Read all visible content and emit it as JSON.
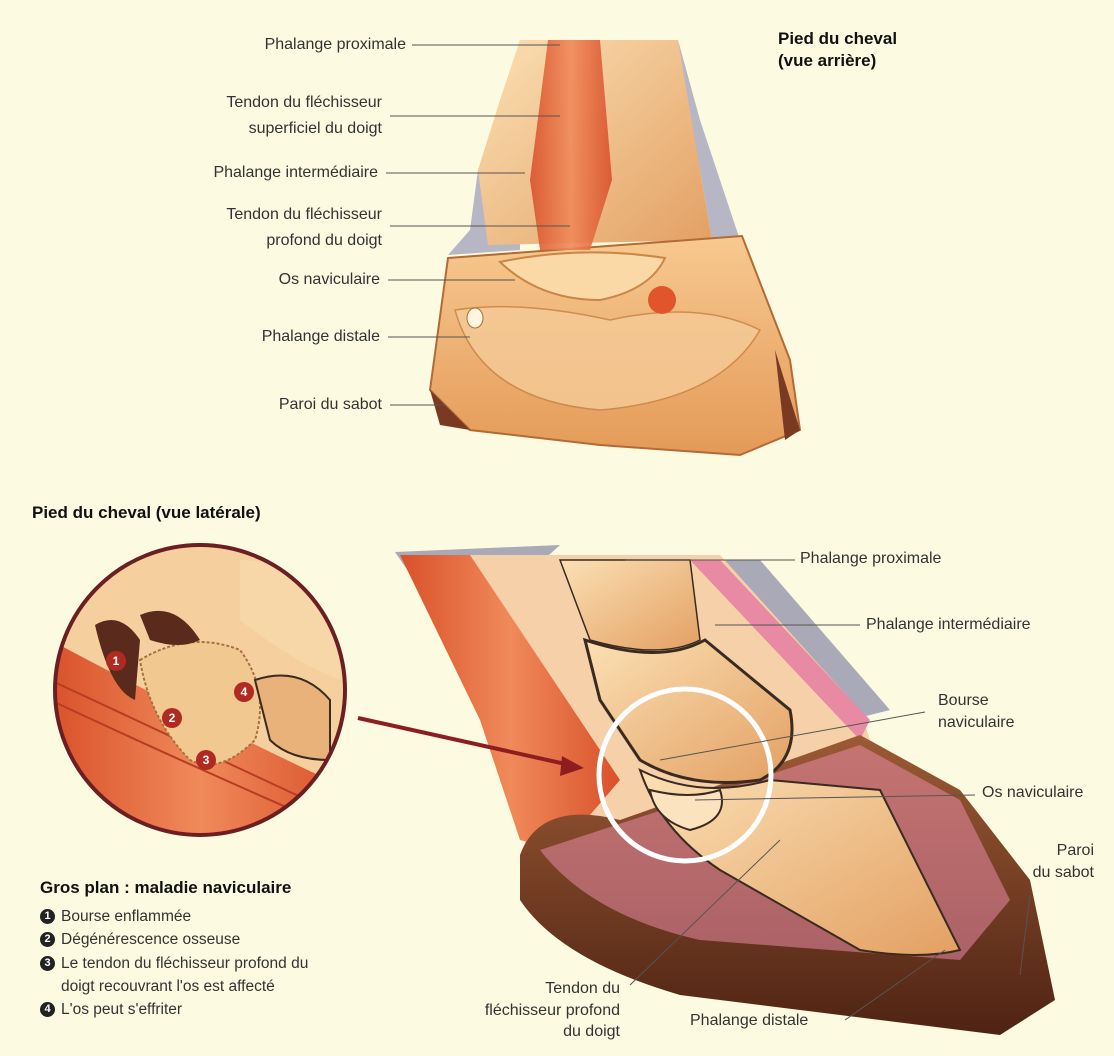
{
  "rear_view": {
    "title_line1": "Pied du cheval",
    "title_line2": "(vue arrière)",
    "labels": [
      "Phalange proximale",
      "Tendon du fléchisseur",
      "superficiel du doigt",
      "Phalange intermédiaire",
      "Tendon du fléchisseur",
      "profond du doigt",
      "Os naviculaire",
      "Phalange distale",
      "Paroi du sabot"
    ]
  },
  "lateral_view": {
    "title": "Pied du cheval (vue latérale)",
    "labels": {
      "proximal": "Phalange proximale",
      "intermediate": "Phalange intermédiaire",
      "bursa_1": "Bourse",
      "bursa_2": "naviculaire",
      "navicular": "Os naviculaire",
      "wall_1": "Paroi",
      "wall_2": "du sabot",
      "tendon_1": "Tendon du",
      "tendon_2": "fléchisseur profond",
      "tendon_3": "du doigt",
      "distal": "Phalange distale"
    },
    "markers": [
      "1",
      "2",
      "3",
      "4"
    ]
  },
  "closeup": {
    "title": "Gros plan : maladie naviculaire",
    "items": [
      {
        "num": "1",
        "line1": "Bourse enflammée",
        "line2": ""
      },
      {
        "num": "2",
        "line1": "Dégénérescence osseuse",
        "line2": ""
      },
      {
        "num": "3",
        "line1": "Le tendon du fléchisseur profond du",
        "line2": "doigt recouvrant l'os est affecté"
      },
      {
        "num": "4",
        "line1": "L'os peut s'effriter",
        "line2": ""
      }
    ]
  },
  "colors": {
    "background": "#fcfae0",
    "bone": "#f2c28a",
    "tendon": "#e4643a",
    "hoof": "#7a3a22",
    "accent_red": "#8e1d22"
  }
}
